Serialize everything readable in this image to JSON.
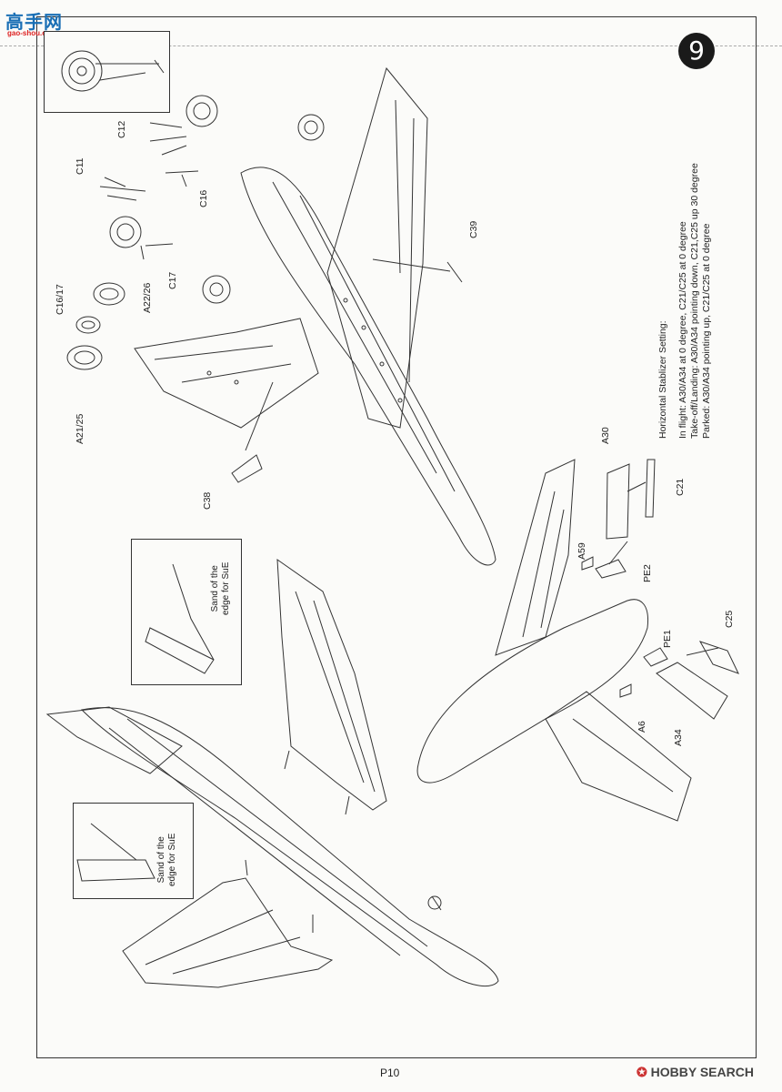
{
  "watermark": {
    "logo_cn": "高手网",
    "logo_url": "gao-shou.com"
  },
  "step_number": "9",
  "part_labels": [
    "C12",
    "C11",
    "C16",
    "C17",
    "C39",
    "C16/17",
    "A22/26",
    "A21/25",
    "C38",
    "A30",
    "C21",
    "A59",
    "PE2",
    "PE1",
    "C25",
    "A6",
    "A34"
  ],
  "stabilizer": {
    "title": "Horizontal  Stablizer  Setting:",
    "lines": [
      "In flight: A30/A34 at 0 degree, C21/C25 at 0 degree",
      "Take-off/Landing: A30/A34 pointing down, C21,C25 up 30 degree",
      "Parked: A30/A34 pointing up, C21/C25 at 0 degree"
    ]
  },
  "notes": {
    "sue_top": [
      "Sand of the",
      "edge for SuE"
    ],
    "sue_bottom": [
      "Sand of the",
      "edge for SuE"
    ]
  },
  "footer": {
    "page": "P10",
    "brand": "HOBBY SEARCH"
  }
}
